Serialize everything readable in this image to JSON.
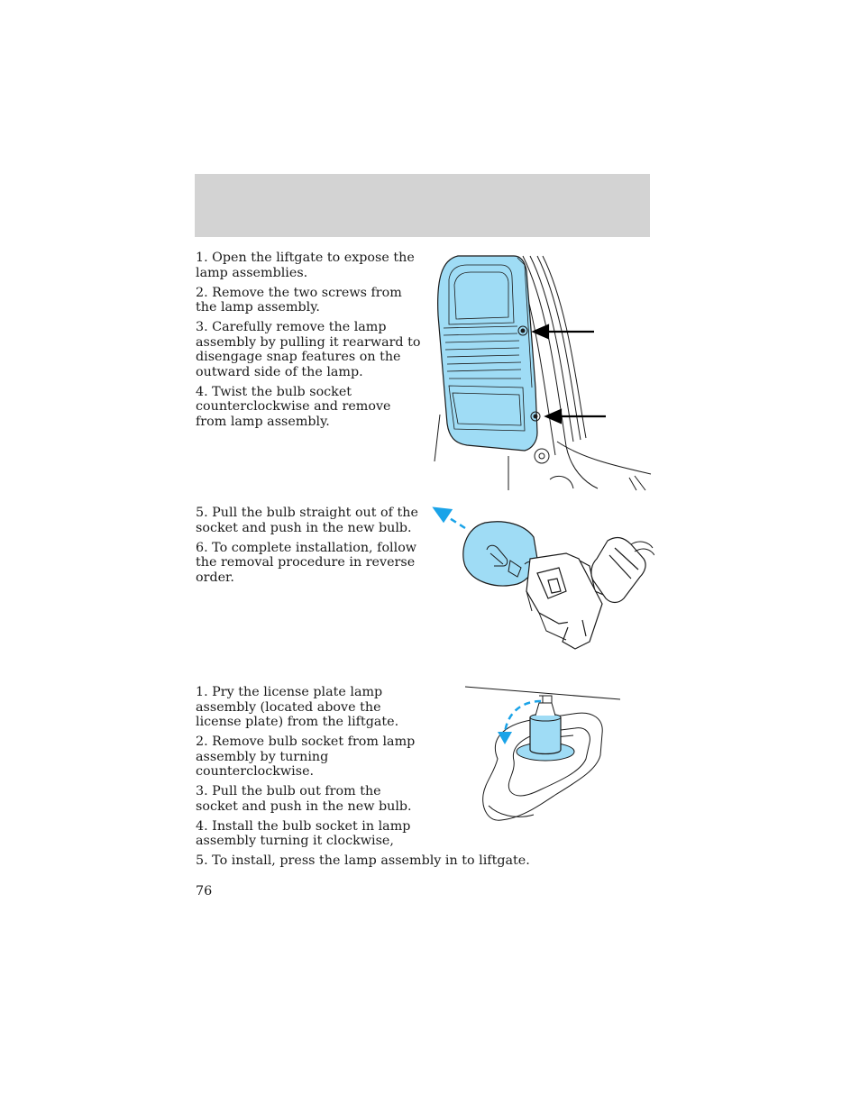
{
  "section_1": {
    "steps": [
      "1. Open the liftgate to expose the lamp assemblies.",
      "2. Remove the two screws from the lamp assembly.",
      "3. Carefully remove the lamp assembly by pulling it rearward to disengage snap features on the outward side of the lamp.",
      "4. Twist the bulb socket counterclockwise and remove from lamp assembly."
    ]
  },
  "section_2": {
    "steps": [
      "5. Pull the bulb straight out of the socket and push in the new bulb.",
      "6. To complete installation, follow the removal procedure in reverse order."
    ]
  },
  "section_3": {
    "steps": [
      "1. Pry the license plate lamp assembly (located above the license plate) from the liftgate.",
      "2. Remove bulb socket from lamp assembly by turning counterclockwise.",
      "3. Pull the bulb out from the socket and push in the new bulb.",
      "4. Install the bulb socket in lamp assembly turning it clockwise,",
      "5. To install, press the lamp assembly in to liftgate."
    ]
  },
  "footer": {
    "page_number": "76"
  },
  "colors": {
    "header_bar": "#d3d3d3",
    "illustration_fill": "#9fdcf5",
    "arrow_blue": "#1aa3e8"
  }
}
